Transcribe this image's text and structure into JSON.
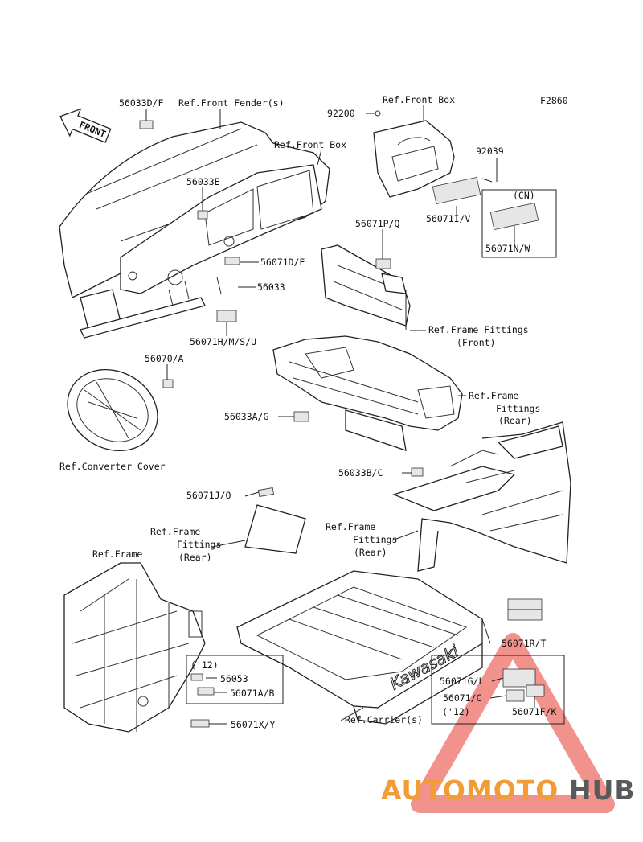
{
  "diagram_code": "F2860",
  "callouts": {
    "c_56033df": "56033D/F",
    "c_ref_front_fender": "Ref.Front Fender(s)",
    "c_ref_front_box_1": "Ref.Front Box",
    "c_92200": "92200",
    "c_ref_front_box_2": "Ref.Front Box",
    "c_92039": "92039",
    "c_56033e": "56033E",
    "c_56071iv": "56071I/V",
    "c_cn": "(CN)",
    "c_56071nw": "56071N/W",
    "c_56071pq": "56071P/Q",
    "c_56071de": "56071D/E",
    "c_56033": "56033",
    "c_56071hmsu": "56071H/M/S/U",
    "c_ref_frame_fittings_front_1": "Ref.Frame Fittings",
    "c_ref_frame_fittings_front_2": "(Front)",
    "c_56070a": "56070/A",
    "c_ref_frame_rear_a_1": "Ref.Frame",
    "c_ref_frame_rear_a_2": "Fittings",
    "c_ref_frame_rear_a_3": "(Rear)",
    "c_56033ag": "56033A/G",
    "c_ref_converter_cover": "Ref.Converter Cover",
    "c_56033bc": "56033B/C",
    "c_56071jo": "56071J/O",
    "c_ref_frame_rear_b_1": "Ref.Frame",
    "c_ref_frame_rear_b_2": "Fittings",
    "c_ref_frame_rear_b_3": "(Rear)",
    "c_ref_frame_rear_c_1": "Ref.Frame",
    "c_ref_frame_rear_c_2": "Fittings",
    "c_ref_frame_rear_c_3": "(Rear)",
    "c_ref_frame": "Ref.Frame",
    "c_56071rt": "56071R/T",
    "c_12_a": "('12)",
    "c_56053": "56053",
    "c_56071ab": "56071A/B",
    "c_56071gl": "56071G/L",
    "c_56071c": "56071/C",
    "c_12_b": "('12)",
    "c_56071fk": "56071F/K",
    "c_56071xy": "56071X/Y",
    "c_ref_carrier": "Ref.Carrier(s)"
  },
  "front_arrow_label": "FRONT",
  "carrier_brand": "Kawasaki",
  "watermark": {
    "part1": "AUTOMOTO",
    "part2": "HUB",
    "color_primary": "#f29c38",
    "color_secondary": "#58595b",
    "triangle_color": "#e63a2e"
  }
}
